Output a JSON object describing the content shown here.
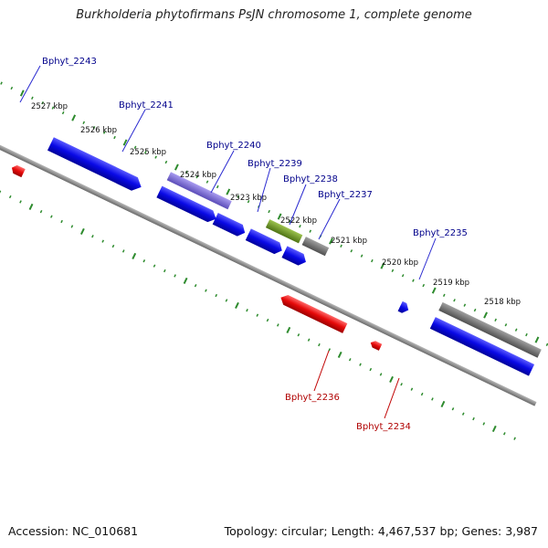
{
  "title": "Burkholderia phytofirmans PsJN chromosome 1, complete genome",
  "footer": {
    "accession": "Accession: NC_010681",
    "summary": "Topology: circular; Length: 4,467,537 bp; Genes: 3,987"
  },
  "colors": {
    "ruler_ticks": "#2e8b2e",
    "backbone": "#8a8a8a",
    "forward_cds": "#0a0ae6",
    "reverse_cds": "#e60a0a",
    "forward_label": "#00008b",
    "reverse_label": "#b00000",
    "rna_tan": "#c8c28a",
    "rna_purple": "#7f6fd6",
    "rna_green": "#6e9a22",
    "rna_gray": "#6e6e6e"
  },
  "kbp_labels": [
    "2527 kbp",
    "2526 kbp",
    "2525 kbp",
    "2524 kbp",
    "2523 kbp",
    "2522 kbp",
    "2521 kbp",
    "2520 kbp",
    "2519 kbp",
    "2518 kbp"
  ],
  "gene_labels": {
    "forward": [
      "Bphyt_2243",
      "Bphyt_2241",
      "Bphyt_2240",
      "Bphyt_2239",
      "Bphyt_2238",
      "Bphyt_2237",
      "Bphyt_2235"
    ],
    "reverse": [
      "Bphyt_2236",
      "Bphyt_2234"
    ]
  }
}
